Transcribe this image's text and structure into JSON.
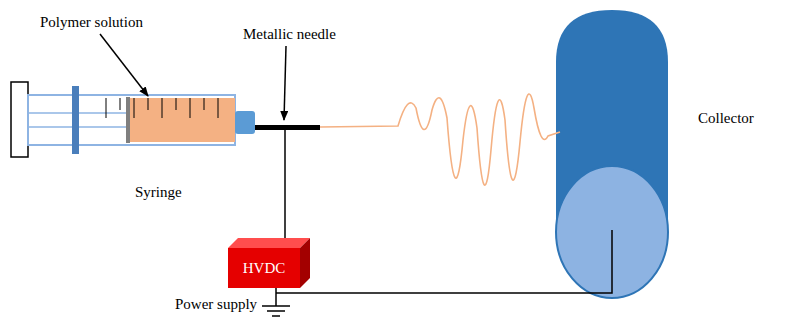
{
  "diagram": {
    "nodes": [
      {
        "text": [
          "HVDC"
        ]
      }
    ],
    "labels": [
      "Polymer solution",
      "Metallic needle",
      "Syringe",
      "Collector",
      "Power supply"
    ]
  }
}
